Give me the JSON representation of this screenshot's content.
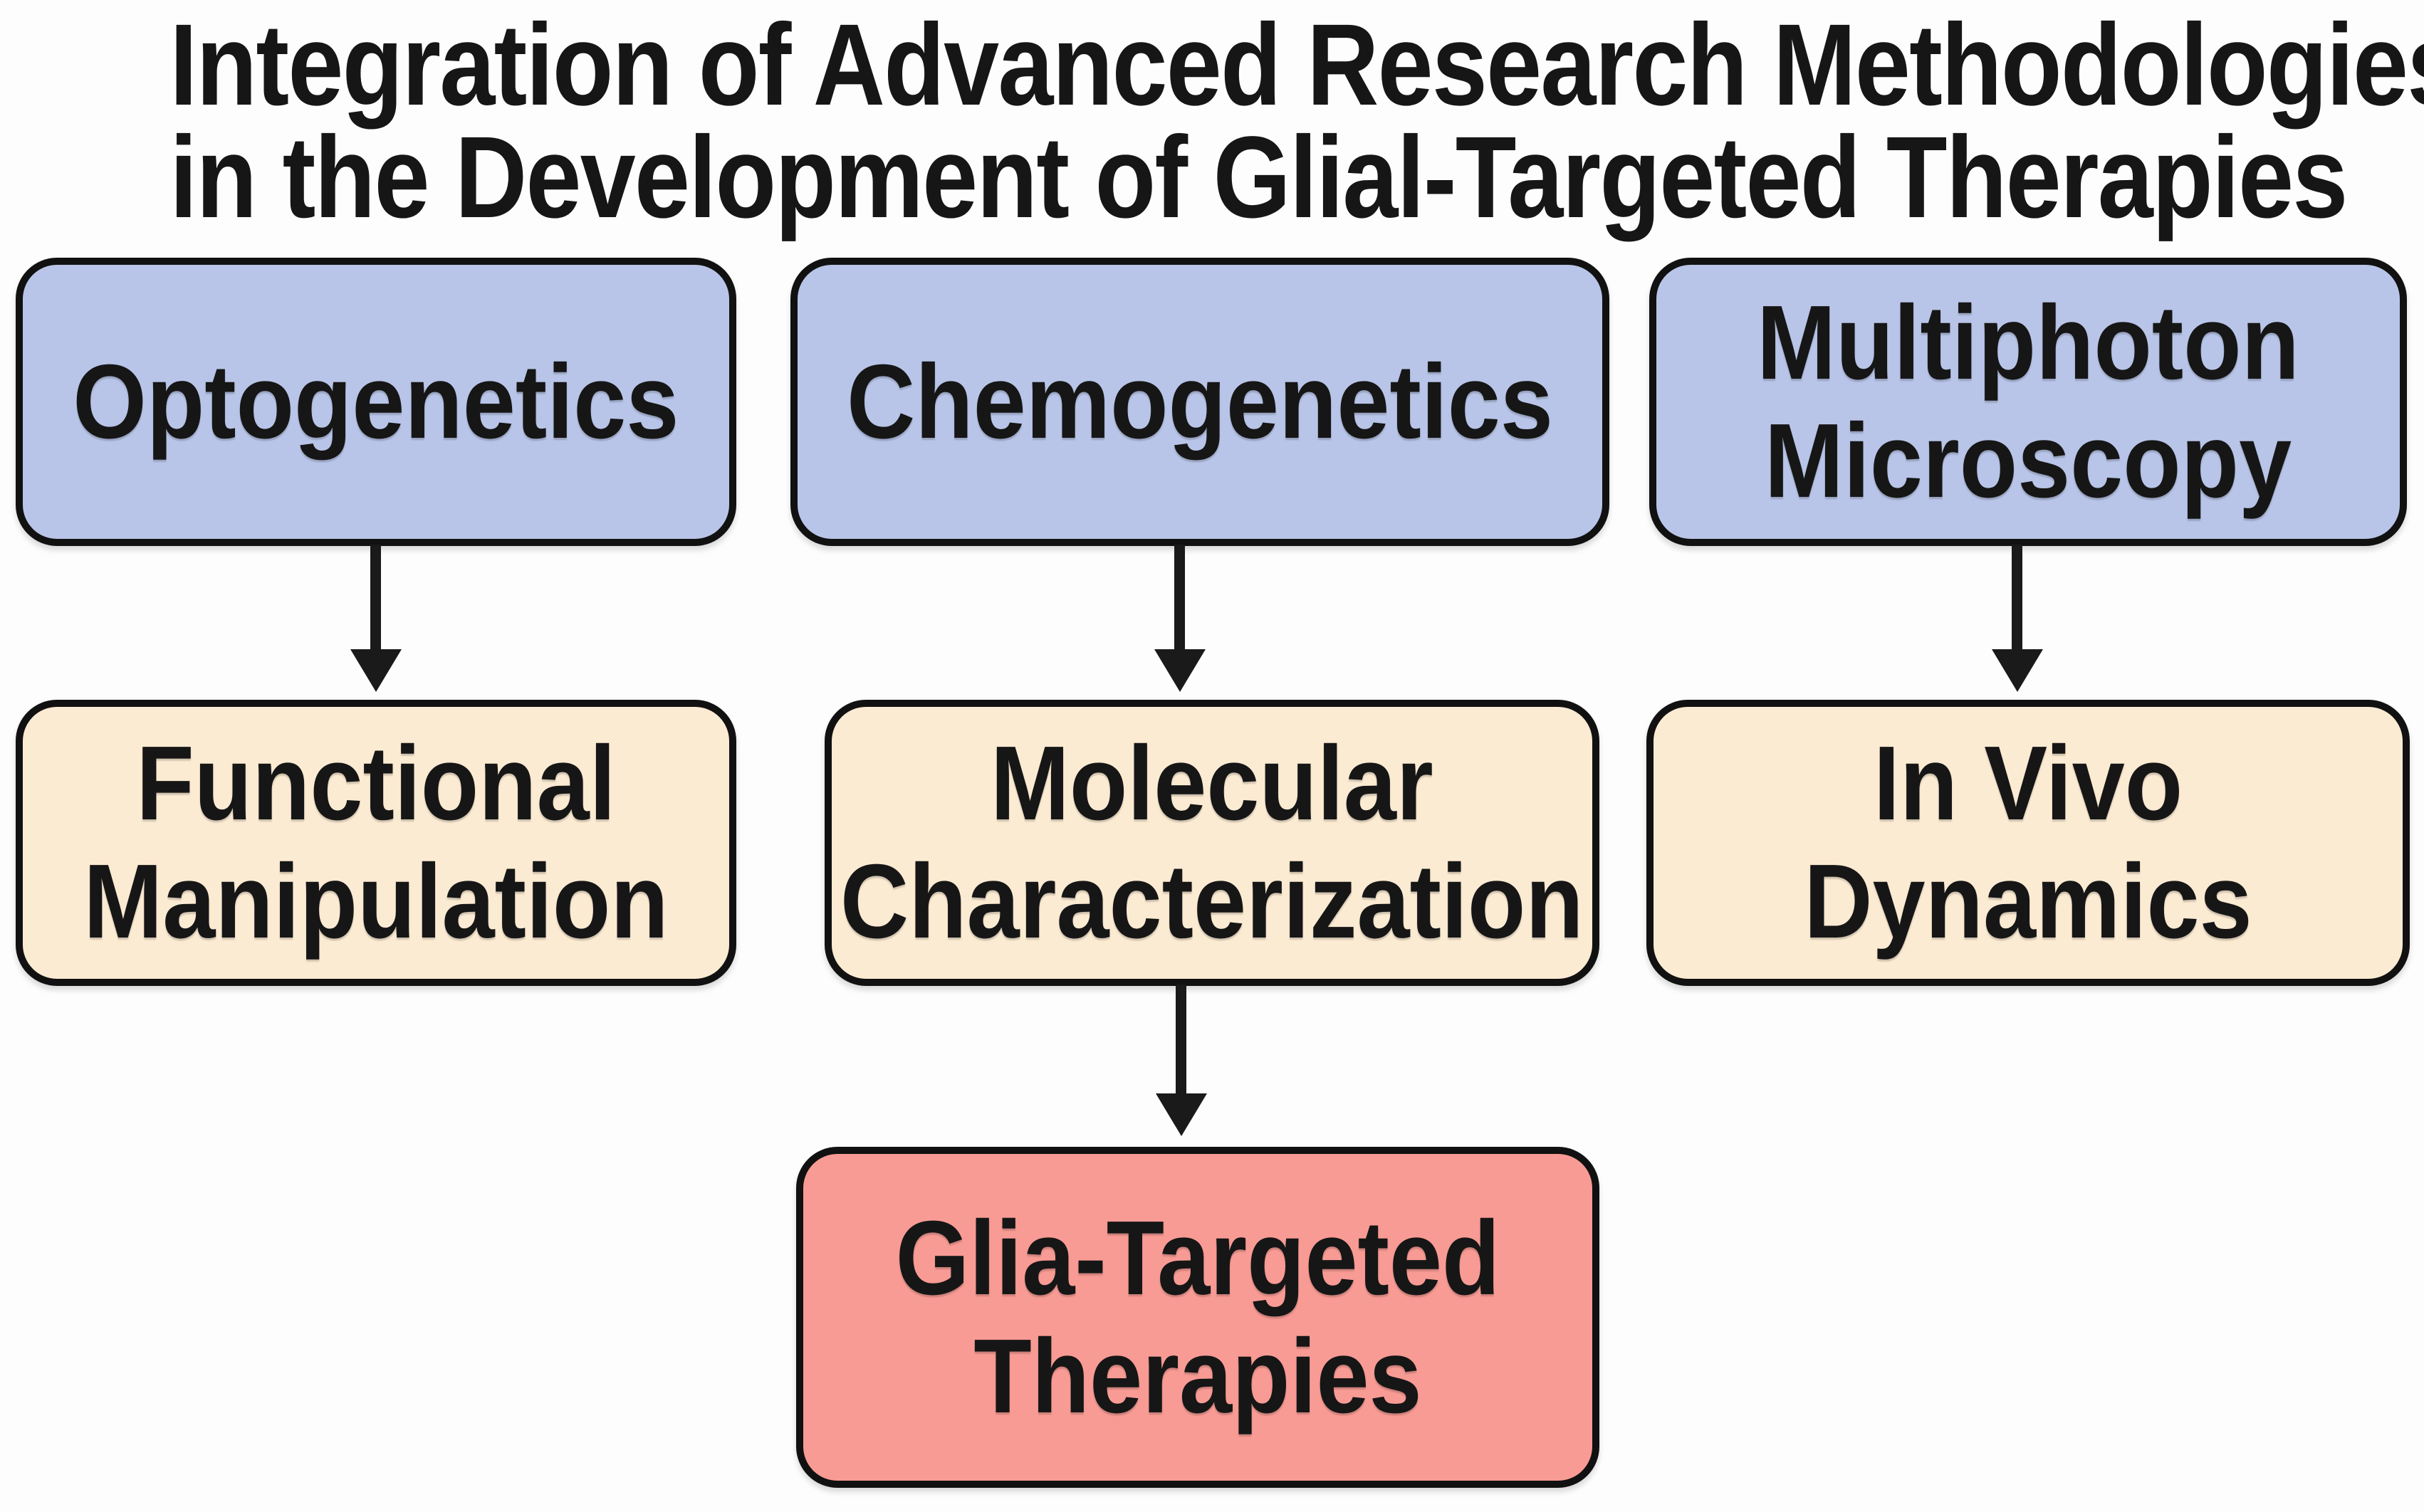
{
  "title": {
    "line1": "Integration of Advanced Research Methodologies",
    "line2": "in the Development of Glial-Targeted Therapies"
  },
  "nodes": {
    "optogenetics": {
      "label": "Optogenetics",
      "type": "method"
    },
    "chemogenetics": {
      "label": "Chemogenetics",
      "type": "method"
    },
    "multiphoton_microscopy": {
      "label": "Multiphoton Microscopy",
      "type": "method"
    },
    "functional_manipulation": {
      "label": "Functional Manipulation",
      "type": "outcome"
    },
    "molecular_characterization": {
      "label": "Molecular Characterization",
      "type": "outcome"
    },
    "in_vivo_dynamics": {
      "label": "In Vivo Dynamics",
      "type": "outcome"
    },
    "glia_targeted_therapies": {
      "label": "Glia-Targeted Therapies",
      "type": "therapy"
    }
  },
  "edges": [
    {
      "from": "Optogenetics",
      "to": "Functional Manipulation"
    },
    {
      "from": "Chemogenetics",
      "to": "Molecular Characterization"
    },
    {
      "from": "Multiphoton Microscopy",
      "to": "In Vivo Dynamics"
    },
    {
      "from": "Molecular Characterization",
      "to": "Glia-Targeted Therapies"
    }
  ],
  "colors": {
    "method_box_fill": "#b8c5e8",
    "outcome_box_fill": "#fcebd3",
    "therapy_box_fill": "#f89b94",
    "box_border": "#111111",
    "arrow": "#1a1a1a",
    "text": "#161616",
    "background": "#fdfdfd"
  }
}
